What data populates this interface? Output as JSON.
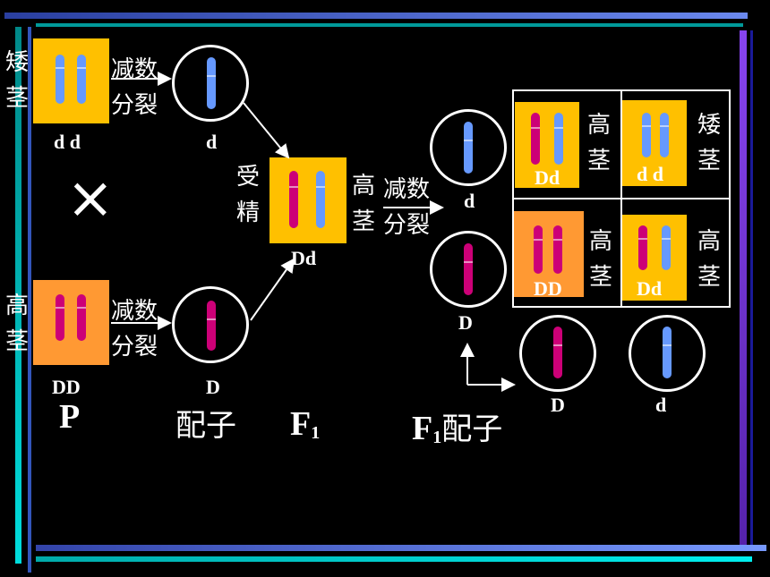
{
  "colors": {
    "background": "#000000",
    "yellow_box": "#FFC000",
    "orange_box": "#FF9933",
    "blue_chromosome": "#6699FF",
    "magenta_chromosome": "#CC0077",
    "frame_blue": "#6688EE",
    "frame_cyan": "#00CCCC",
    "frame_purple": "#7733DD"
  },
  "parents": {
    "dwarf": {
      "trait": "矮茎",
      "genotype": "d d",
      "process": "减数分裂",
      "gamete": "d"
    },
    "tall": {
      "trait": "高茎",
      "genotype": "DD",
      "process": "减数分裂",
      "gamete": "D"
    },
    "cross_symbol": "×"
  },
  "fertilization": {
    "label": "受精"
  },
  "f1": {
    "genotype": "Dd",
    "trait": "高茎",
    "process": "减数分裂",
    "gamete_d": "d",
    "gamete_D": "D"
  },
  "punnett": {
    "cells": [
      {
        "genotype": "Dd",
        "trait": "高茎"
      },
      {
        "genotype": "d d",
        "trait": "矮茎"
      },
      {
        "genotype": "DD",
        "trait": "高茎"
      },
      {
        "genotype": "Dd",
        "trait": "高茎"
      }
    ],
    "bottom_gametes": [
      "D",
      "d"
    ]
  },
  "labels": {
    "p": "P",
    "gamete": "配子",
    "f1_letter": "F",
    "f1_sub": "1",
    "f1_gamete_word": "配子"
  }
}
